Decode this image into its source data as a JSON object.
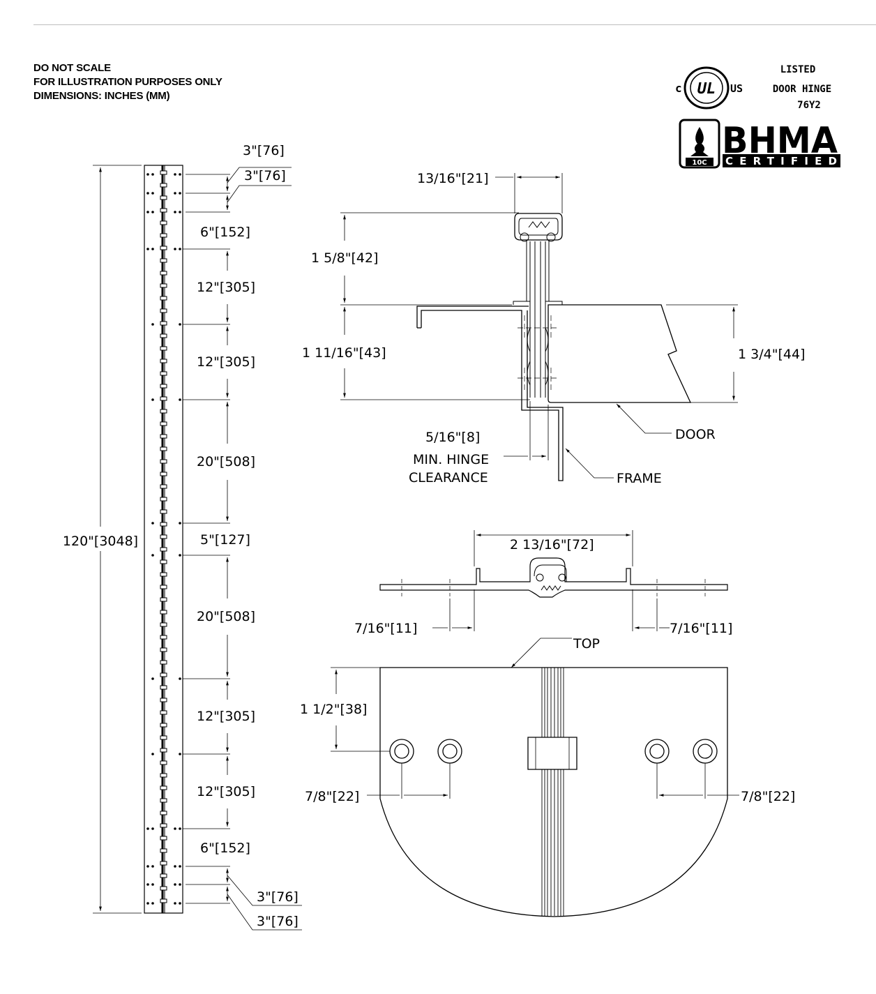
{
  "notes": {
    "line1": "DO NOT SCALE",
    "line2": "FOR ILLUSTRATION PURPOSES ONLY",
    "line3": "DIMENSIONS: INCHES (MM)"
  },
  "logos": {
    "ul_c": "c",
    "ul_mark": "UL",
    "ul_us": "US",
    "ul_listed": "LISTED",
    "ul_door_hinge": "DOOR HINGE",
    "ul_code": "76Y2",
    "bhma_word": "BHMA",
    "bhma_certified": "CERTIFIED",
    "bhma_grade": "10C"
  },
  "elevation": {
    "overall": "120\"[3048]",
    "spacings": [
      "3\"[76]",
      "3\"[76]",
      "6\"[152]",
      "12\"[305]",
      "12\"[305]",
      "20\"[508]",
      "5\"[127]",
      "20\"[508]",
      "12\"[305]",
      "12\"[305]",
      "6\"[152]",
      "3\"[76]",
      "3\"[76]"
    ]
  },
  "section": {
    "width": "13/16\"[21]",
    "height_above": "1 5/8\"[42]",
    "leaf_depth": "1 11/16\"[43]",
    "door_thickness": "1 3/4\"[44]",
    "clearance_value": "5/16\"[8]",
    "clearance_line1": "MIN. HINGE",
    "clearance_line2": "CLEARANCE",
    "door_label": "DOOR",
    "frame_label": "FRAME"
  },
  "top_view": {
    "span": "2 13/16\"[72]",
    "left_offset": "7/16\"[11]",
    "right_offset": "7/16\"[11]"
  },
  "face_view": {
    "top_label": "TOP",
    "edge_to_hole": "1 1/2\"[38]",
    "left_hole_spacing": "7/8\"[22]",
    "right_hole_spacing": "7/8\"[22]"
  }
}
